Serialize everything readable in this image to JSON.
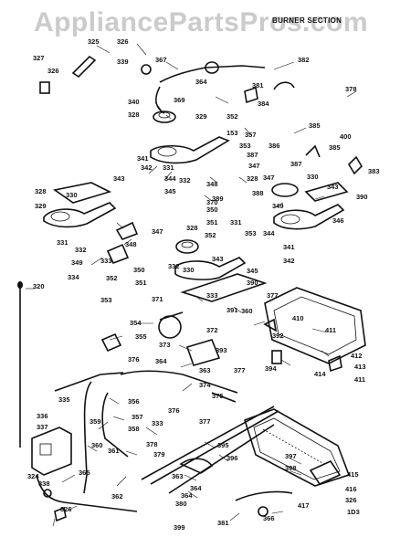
{
  "watermark": "AppliancePartsPros.com",
  "section_title": "BURNER SECTION",
  "page_code": "1D3",
  "labels": [
    {
      "n": "325"
    },
    {
      "n": "326"
    },
    {
      "n": "327"
    },
    {
      "n": "326"
    },
    {
      "n": "339"
    },
    {
      "n": "367"
    },
    {
      "n": "382"
    },
    {
      "n": "378"
    },
    {
      "n": "340"
    },
    {
      "n": "328"
    },
    {
      "n": "364"
    },
    {
      "n": "369"
    },
    {
      "n": "381"
    },
    {
      "n": "384"
    },
    {
      "n": "352"
    },
    {
      "n": "329"
    },
    {
      "n": "357"
    },
    {
      "n": "385"
    },
    {
      "n": "400"
    },
    {
      "n": "153"
    },
    {
      "n": "353"
    },
    {
      "n": "386"
    },
    {
      "n": "385"
    },
    {
      "n": "387"
    },
    {
      "n": "347"
    },
    {
      "n": "387"
    },
    {
      "n": "341"
    },
    {
      "n": "331"
    },
    {
      "n": "342"
    },
    {
      "n": "344"
    },
    {
      "n": "332"
    },
    {
      "n": "347"
    },
    {
      "n": "383"
    },
    {
      "n": "343"
    },
    {
      "n": "345"
    },
    {
      "n": "348"
    },
    {
      "n": "328"
    },
    {
      "n": "330"
    },
    {
      "n": "343"
    },
    {
      "n": "328"
    },
    {
      "n": "330"
    },
    {
      "n": "389"
    },
    {
      "n": "370"
    },
    {
      "n": "388"
    },
    {
      "n": "329"
    },
    {
      "n": "350"
    },
    {
      "n": "349"
    },
    {
      "n": "390"
    },
    {
      "n": "346"
    },
    {
      "n": "331"
    },
    {
      "n": "351"
    },
    {
      "n": "331"
    },
    {
      "n": "352"
    },
    {
      "n": "328"
    },
    {
      "n": "353"
    },
    {
      "n": "344"
    },
    {
      "n": "341"
    },
    {
      "n": "347"
    },
    {
      "n": "342"
    },
    {
      "n": "332"
    },
    {
      "n": "348"
    },
    {
      "n": "333"
    },
    {
      "n": "349"
    },
    {
      "n": "350"
    },
    {
      "n": "332"
    },
    {
      "n": "330"
    },
    {
      "n": "343"
    },
    {
      "n": "345"
    },
    {
      "n": "334"
    },
    {
      "n": "352"
    },
    {
      "n": "351"
    },
    {
      "n": "390"
    },
    {
      "n": "320"
    },
    {
      "n": "333"
    },
    {
      "n": "377"
    },
    {
      "n": "353"
    },
    {
      "n": "371"
    },
    {
      "n": "391"
    },
    {
      "n": "360"
    },
    {
      "n": "410"
    },
    {
      "n": "354"
    },
    {
      "n": "372"
    },
    {
      "n": "392"
    },
    {
      "n": "411"
    },
    {
      "n": "355"
    },
    {
      "n": "373"
    },
    {
      "n": "393"
    },
    {
      "n": "412"
    },
    {
      "n": "376"
    },
    {
      "n": "364"
    },
    {
      "n": "363"
    },
    {
      "n": "377"
    },
    {
      "n": "394"
    },
    {
      "n": "414"
    },
    {
      "n": "413"
    },
    {
      "n": "411"
    },
    {
      "n": "374"
    },
    {
      "n": "375"
    },
    {
      "n": "335"
    },
    {
      "n": "356"
    },
    {
      "n": "336"
    },
    {
      "n": "357"
    },
    {
      "n": "359"
    },
    {
      "n": "376"
    },
    {
      "n": "358"
    },
    {
      "n": "333"
    },
    {
      "n": "377"
    },
    {
      "n": "337"
    },
    {
      "n": "378"
    },
    {
      "n": "360"
    },
    {
      "n": "361"
    },
    {
      "n": "379"
    },
    {
      "n": "395"
    },
    {
      "n": "396"
    },
    {
      "n": "397"
    },
    {
      "n": "415"
    },
    {
      "n": "398"
    },
    {
      "n": "324"
    },
    {
      "n": "365"
    },
    {
      "n": "363"
    },
    {
      "n": "338"
    },
    {
      "n": "364"
    },
    {
      "n": "362"
    },
    {
      "n": "364"
    },
    {
      "n": "416"
    },
    {
      "n": "380"
    },
    {
      "n": "326"
    },
    {
      "n": "381"
    },
    {
      "n": "399"
    },
    {
      "n": "417"
    },
    {
      "n": "326"
    },
    {
      "n": "366"
    }
  ]
}
